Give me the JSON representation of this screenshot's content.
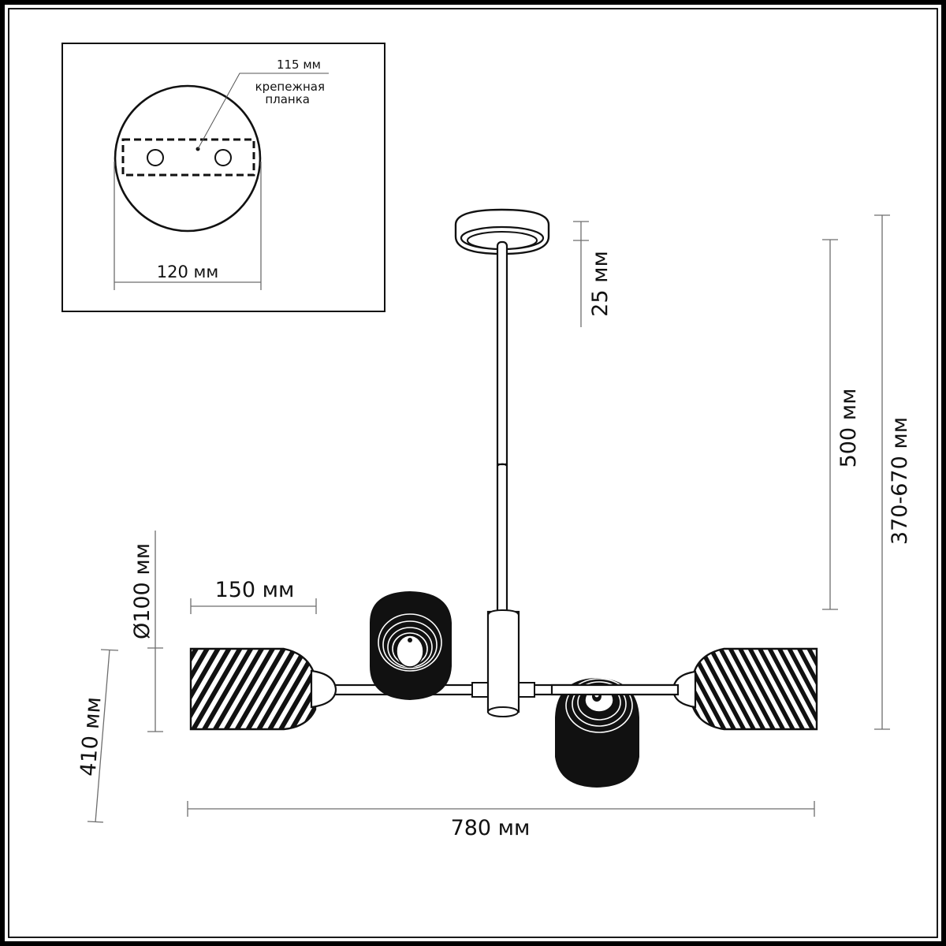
{
  "inset": {
    "bracket_width_label": "115 мм",
    "bracket_caption_line1": "крепежная",
    "bracket_caption_line2": "планка",
    "canopy_diameter_label": "120 мм"
  },
  "dimensions": {
    "canopy_height": "25 мм",
    "rod_length": "500 мм",
    "total_height": "370-670 мм",
    "shade_diameter": "Ø100 мм",
    "shade_length": "150 мм",
    "depth": "410 мм",
    "total_width": "780 мм"
  },
  "colors": {
    "ink": "#111111",
    "dimension_line": "#6e6e6e",
    "background": "#ffffff"
  }
}
